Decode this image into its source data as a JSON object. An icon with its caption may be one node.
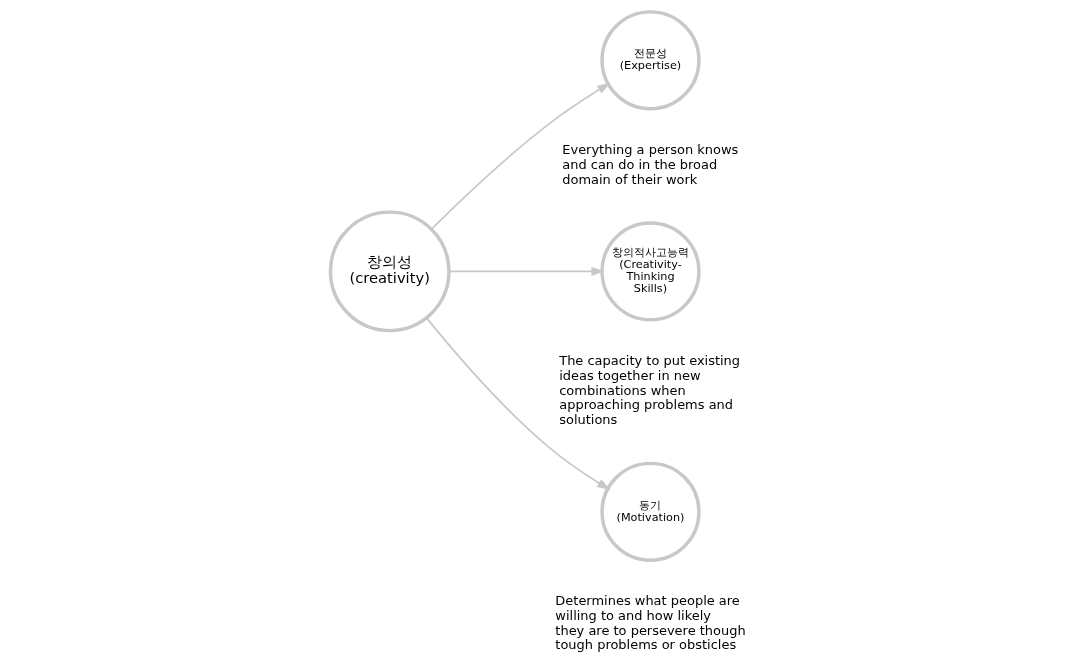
{
  "diagram": {
    "nodes": [
      {
        "text": [
          "창의성",
          "(creativity)"
        ]
      },
      {
        "text": [
          "전문성",
          "(Expertise)"
        ],
        "beside": [
          "Everything a person knows and can do in the broad domain of their work"
        ]
      },
      {
        "text": [
          "창의적사고능력",
          "(Creativity-Thinking Skills)"
        ],
        "beside": [
          "The capacity to put existing ideas together in new combinations when approaching problems and solutions"
        ]
      },
      {
        "text": [
          "동기",
          "(Motivation)"
        ],
        "beside": [
          "Determines what people are willing to and how likely they are to persevere though tough problems or obsticles"
        ]
      }
    ],
    "edges": [
      {
        "from": 0,
        "to": 1,
        "arrow": "to"
      },
      {
        "from": 0,
        "to": 2,
        "arrow": "to"
      },
      {
        "from": 0,
        "to": 3,
        "arrow": "to"
      }
    ]
  }
}
